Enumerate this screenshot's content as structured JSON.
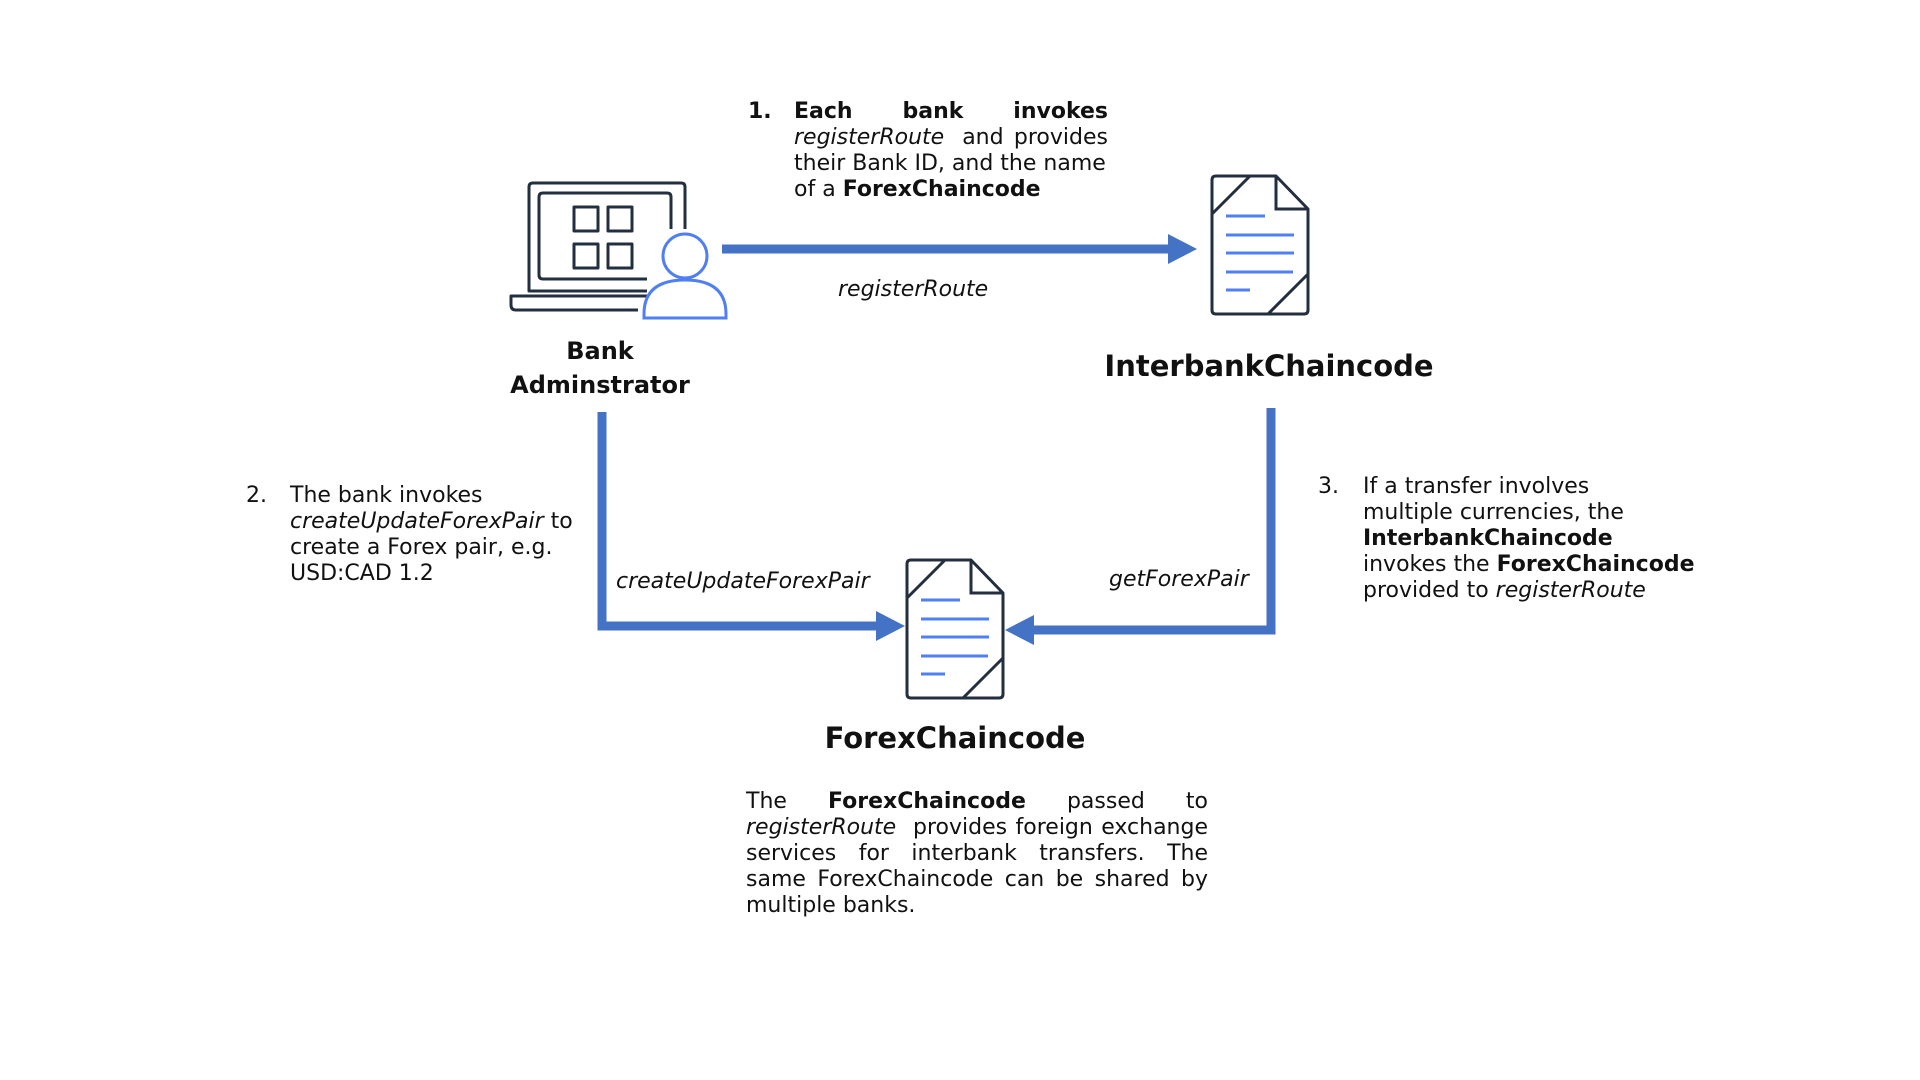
{
  "diagram": {
    "accent_color": "#4472C4",
    "icon_stroke_color": "#232F3E",
    "icon_line_color": "#4F7FF0",
    "nodes": {
      "bank_admin": {
        "label_line1": "Bank",
        "label_line2": "Adminstrator",
        "icon": "laptop-with-user-icon"
      },
      "interbank": {
        "label": "InterbankChaincode",
        "icon": "document-icon"
      },
      "forex": {
        "label": "ForexChaincode",
        "icon": "document-icon"
      }
    },
    "edges": [
      {
        "from": "bank_admin",
        "to": "interbank",
        "label": "registerRoute"
      },
      {
        "from": "bank_admin",
        "to": "forex",
        "label": "createUpdateForexPair"
      },
      {
        "from": "interbank",
        "to": "forex",
        "label": "getForexPair"
      }
    ],
    "steps": {
      "step1": {
        "number": "1.",
        "line1_bold": "Each bank invokes",
        "line1_word_a": "Each",
        "line1_word_b": "bank",
        "line1_word_c": "invokes",
        "line2_italic": "registerRoute",
        "line2_rest": " and provides",
        "line3": "their Bank ID, and the name",
        "line4_plain": "of a ",
        "line4_bold": "ForexChaincode"
      },
      "step2": {
        "number": "2.",
        "line1": "The bank invokes",
        "line2_italic": "createUpdateForexPair",
        "line2_rest": " to",
        "line3": "create a Forex pair, e.g.",
        "line4": "USD:CAD 1.2"
      },
      "step3": {
        "number": "3.",
        "line1": "If a transfer involves",
        "line2": "multiple currencies, the",
        "line3_bold": "InterbankChaincode",
        "line4_plain": "invokes the ",
        "line4_bold": "ForexChaincode",
        "line5_plain": "provided to ",
        "line5_italic": "registerRoute"
      }
    },
    "forex_note": {
      "part1": "The ",
      "part2_bold": "ForexChaincode",
      "part3": " passed to ",
      "part4_italic": "registerRoute",
      "part5": "  provides foreign exchange services for interbank transfers. The same ForexChaincode can be shared by multiple banks."
    }
  }
}
